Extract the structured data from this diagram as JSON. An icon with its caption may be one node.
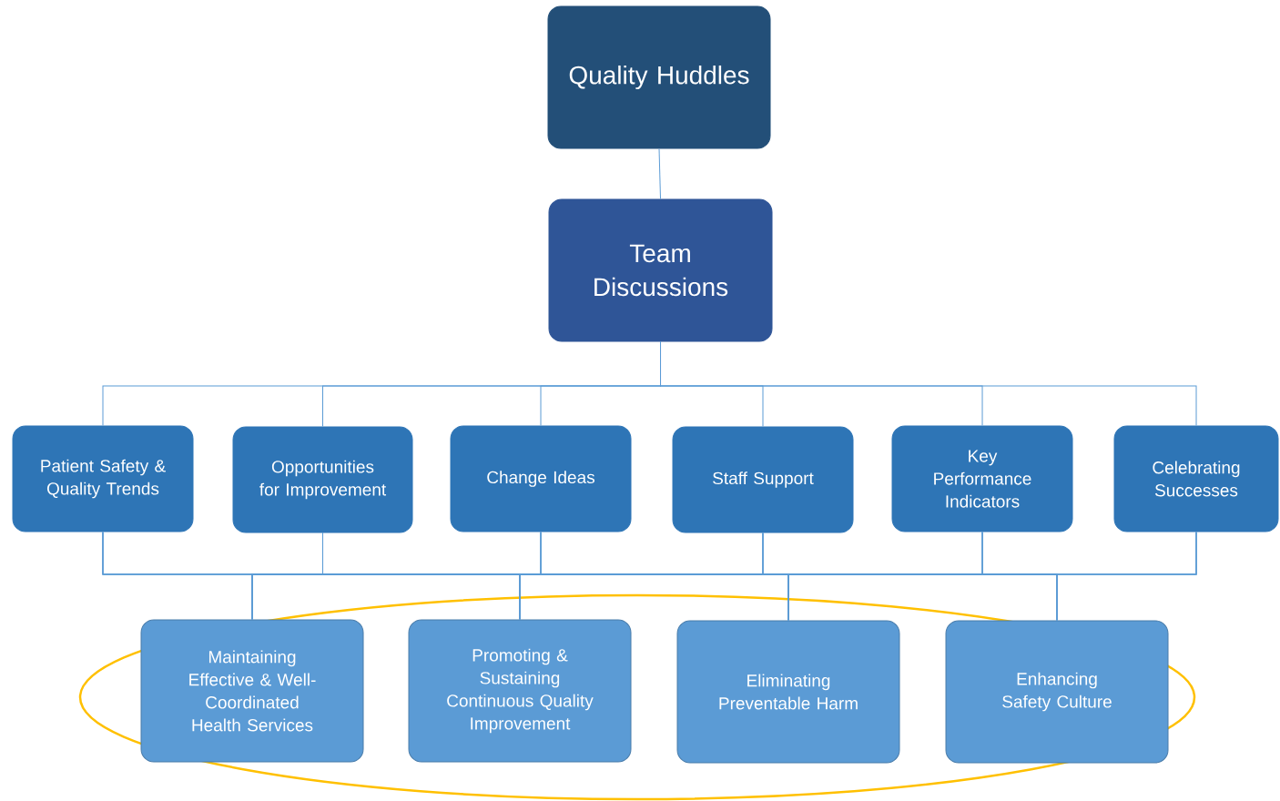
{
  "diagram": {
    "nodes": [
      {
        "text": [
          "Quality Huddles"
        ]
      },
      {
        "text": [
          "Team Discussions"
        ]
      },
      {
        "text": [
          "Patient Safety & Quality Trends"
        ]
      },
      {
        "text": [
          "Opportunities for Improvement"
        ]
      },
      {
        "text": [
          "Change Ideas"
        ]
      },
      {
        "text": [
          "Staff Support"
        ]
      },
      {
        "text": [
          "Key Performance Indicators"
        ]
      },
      {
        "text": [
          "Celebrating Successes"
        ]
      },
      {
        "text": [
          "Maintaining Effective & Well-Coordinated Health Services"
        ]
      },
      {
        "text": [
          "Promoting & Sustaining Continuous Quality Improvement"
        ]
      },
      {
        "text": [
          "Eliminating Preventable Harm"
        ]
      },
      {
        "text": [
          "Enhancing Safety Culture"
        ]
      }
    ],
    "edges": [
      {
        "from": 0,
        "to": 1,
        "arrow": "none"
      },
      {
        "from": 1,
        "to": 2,
        "arrow": "none"
      },
      {
        "from": 1,
        "to": 3,
        "arrow": "none"
      },
      {
        "from": 1,
        "to": 4,
        "arrow": "none"
      },
      {
        "from": 1,
        "to": 5,
        "arrow": "none"
      },
      {
        "from": 1,
        "to": 6,
        "arrow": "none"
      },
      {
        "from": 1,
        "to": 7,
        "arrow": "none"
      },
      {
        "from": 2,
        "to": 8,
        "arrow": "none"
      },
      {
        "from": 2,
        "to": 9,
        "arrow": "none"
      },
      {
        "from": 2,
        "to": 10,
        "arrow": "none"
      },
      {
        "from": 2,
        "to": 11,
        "arrow": "none"
      },
      {
        "from": 3,
        "to": 8,
        "arrow": "none"
      },
      {
        "from": 3,
        "to": 9,
        "arrow": "none"
      },
      {
        "from": 3,
        "to": 10,
        "arrow": "none"
      },
      {
        "from": 3,
        "to": 11,
        "arrow": "none"
      },
      {
        "from": 4,
        "to": 8,
        "arrow": "none"
      },
      {
        "from": 4,
        "to": 9,
        "arrow": "none"
      },
      {
        "from": 4,
        "to": 10,
        "arrow": "none"
      },
      {
        "from": 4,
        "to": 11,
        "arrow": "none"
      },
      {
        "from": 5,
        "to": 8,
        "arrow": "none"
      },
      {
        "from": 5,
        "to": 9,
        "arrow": "none"
      },
      {
        "from": 5,
        "to": 10,
        "arrow": "none"
      },
      {
        "from": 5,
        "to": 11,
        "arrow": "none"
      },
      {
        "from": 6,
        "to": 8,
        "arrow": "none"
      },
      {
        "from": 6,
        "to": 9,
        "arrow": "none"
      },
      {
        "from": 6,
        "to": 10,
        "arrow": "none"
      },
      {
        "from": 6,
        "to": 11,
        "arrow": "none"
      },
      {
        "from": 7,
        "to": 8,
        "arrow": "none"
      },
      {
        "from": 7,
        "to": 9,
        "arrow": "none"
      },
      {
        "from": 7,
        "to": 10,
        "arrow": "none"
      },
      {
        "from": 7,
        "to": 11,
        "arrow": "none"
      }
    ]
  }
}
